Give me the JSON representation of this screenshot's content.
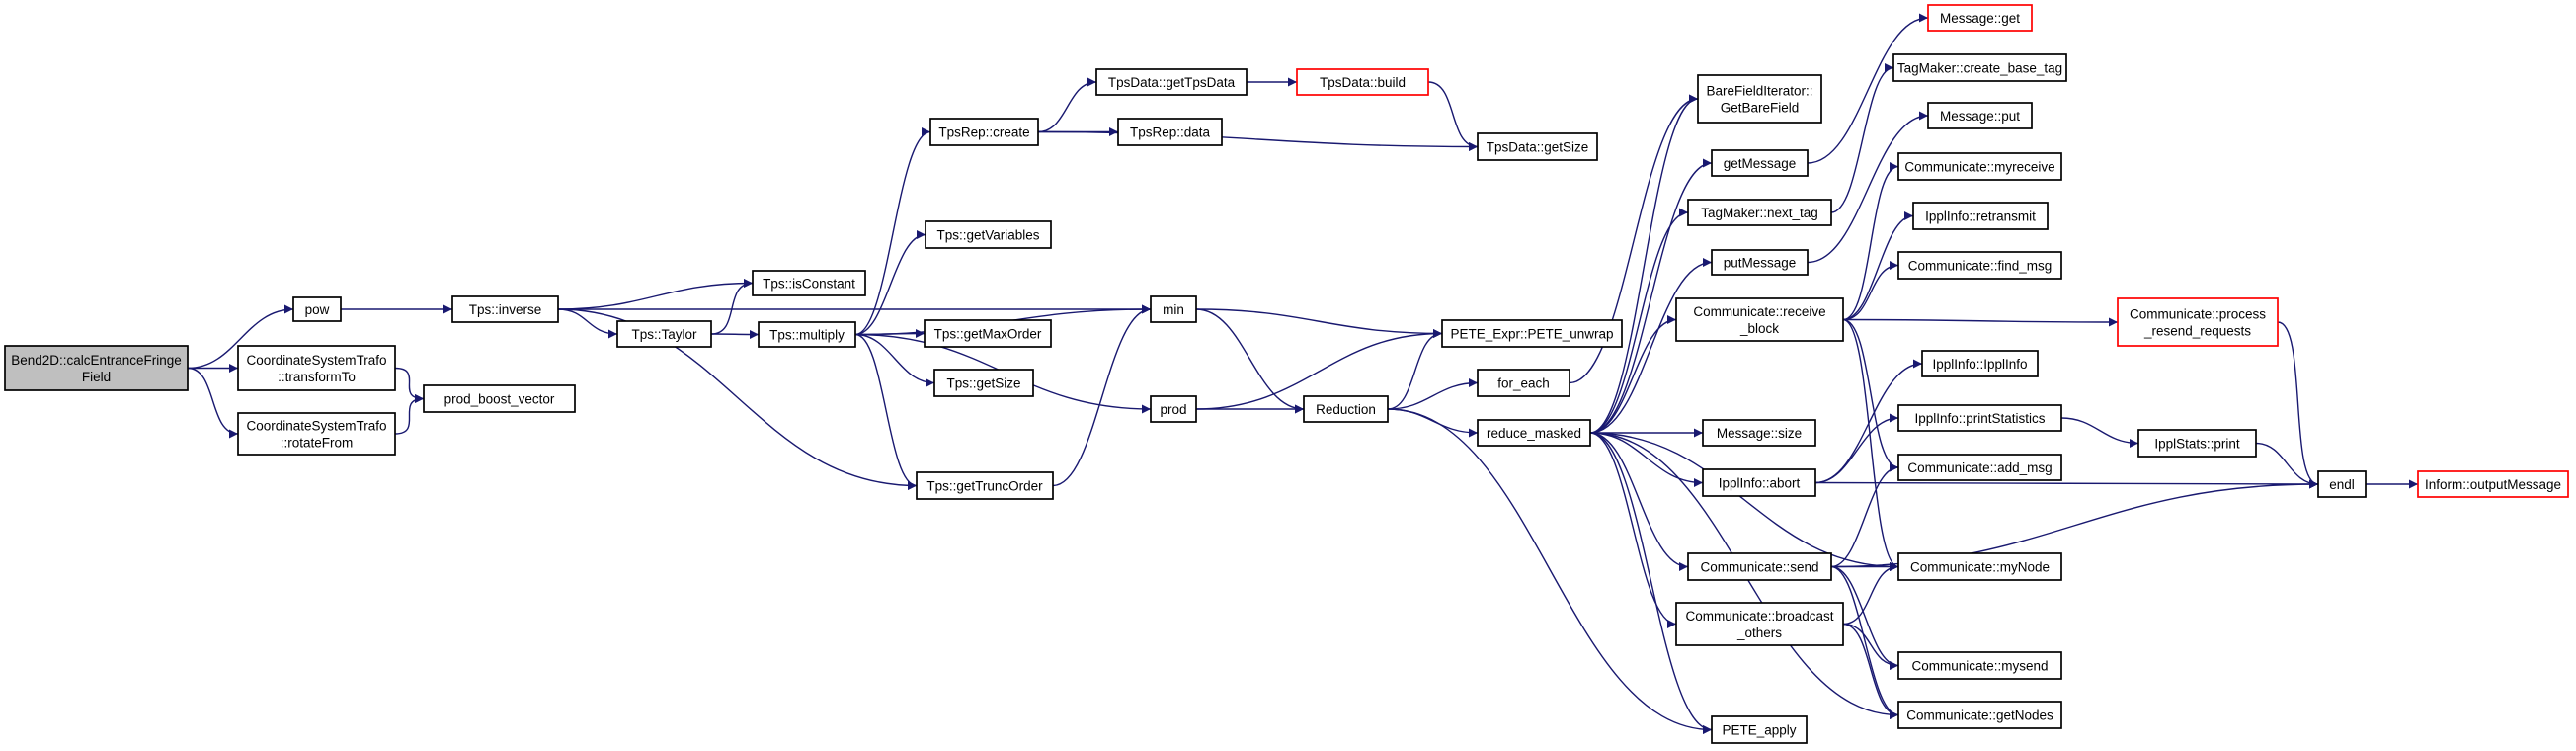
{
  "diagram": {
    "nodes": [
      {
        "id": "root",
        "lines": [
          "Bend2D::calcEntranceFringe",
          "Field"
        ],
        "style": "root"
      },
      {
        "id": "pow",
        "lines": [
          "pow"
        ]
      },
      {
        "id": "cst_to",
        "lines": [
          "CoordinateSystemTrafo",
          "::transformTo"
        ]
      },
      {
        "id": "cst_from",
        "lines": [
          "CoordinateSystemTrafo",
          "::rotateFrom"
        ]
      },
      {
        "id": "pbv",
        "lines": [
          "prod_boost_vector"
        ]
      },
      {
        "id": "inverse",
        "lines": [
          "Tps::inverse"
        ]
      },
      {
        "id": "isconst",
        "lines": [
          "Tps::isConstant"
        ]
      },
      {
        "id": "taylor",
        "lines": [
          "Tps::Taylor"
        ]
      },
      {
        "id": "multiply",
        "lines": [
          "Tps::multiply"
        ]
      },
      {
        "id": "truncorder",
        "lines": [
          "Tps::getTruncOrder"
        ]
      },
      {
        "id": "tpsrep_create",
        "lines": [
          "TpsRep::create"
        ]
      },
      {
        "id": "getvars",
        "lines": [
          "Tps::getVariables"
        ]
      },
      {
        "id": "maxorder",
        "lines": [
          "Tps::getMaxOrder"
        ]
      },
      {
        "id": "tps_getsize",
        "lines": [
          "Tps::getSize"
        ]
      },
      {
        "id": "gettpsdata",
        "lines": [
          "TpsData::getTpsData"
        ]
      },
      {
        "id": "tpsrep_data",
        "lines": [
          "TpsRep::data"
        ]
      },
      {
        "id": "tpsdata_build",
        "lines": [
          "TpsData::build"
        ],
        "style": "red"
      },
      {
        "id": "tpsdata_getsize",
        "lines": [
          "TpsData::getSize"
        ]
      },
      {
        "id": "min",
        "lines": [
          "min"
        ]
      },
      {
        "id": "prod",
        "lines": [
          "prod"
        ]
      },
      {
        "id": "reduction",
        "lines": [
          "Reduction"
        ]
      },
      {
        "id": "pete_unwrap",
        "lines": [
          "PETE_Expr::PETE_unwrap"
        ]
      },
      {
        "id": "for_each",
        "lines": [
          "for_each"
        ]
      },
      {
        "id": "reduce_masked",
        "lines": [
          "reduce_masked"
        ]
      },
      {
        "id": "pete_apply",
        "lines": [
          "PETE_apply"
        ]
      },
      {
        "id": "bfi",
        "lines": [
          "BareFieldIterator::",
          "GetBareField"
        ]
      },
      {
        "id": "getmessage",
        "lines": [
          "getMessage"
        ]
      },
      {
        "id": "nexttag",
        "lines": [
          "TagMaker::next_tag"
        ]
      },
      {
        "id": "putmessage",
        "lines": [
          "putMessage"
        ]
      },
      {
        "id": "recvblock",
        "lines": [
          "Communicate::receive",
          "_block"
        ]
      },
      {
        "id": "msgsize",
        "lines": [
          "Message::size"
        ]
      },
      {
        "id": "abort",
        "lines": [
          "IpplInfo::abort"
        ]
      },
      {
        "id": "send",
        "lines": [
          "Communicate::send"
        ]
      },
      {
        "id": "bcast",
        "lines": [
          "Communicate::broadcast",
          "_others"
        ]
      },
      {
        "id": "msgget",
        "lines": [
          "Message::get"
        ],
        "style": "red"
      },
      {
        "id": "basetag",
        "lines": [
          "TagMaker::create_base_tag"
        ]
      },
      {
        "id": "msgput",
        "lines": [
          "Message::put"
        ]
      },
      {
        "id": "myreceive",
        "lines": [
          "Communicate::myreceive"
        ]
      },
      {
        "id": "retransmit",
        "lines": [
          "IpplInfo::retransmit"
        ]
      },
      {
        "id": "findmsg",
        "lines": [
          "Communicate::find_msg"
        ]
      },
      {
        "id": "ipplinfo",
        "lines": [
          "IpplInfo::IpplInfo"
        ]
      },
      {
        "id": "printstats",
        "lines": [
          "IpplInfo::printStatistics"
        ]
      },
      {
        "id": "addmsg",
        "lines": [
          "Communicate::add_msg"
        ]
      },
      {
        "id": "mynode",
        "lines": [
          "Communicate::myNode"
        ]
      },
      {
        "id": "mysend",
        "lines": [
          "Communicate::mysend"
        ]
      },
      {
        "id": "getnodes",
        "lines": [
          "Communicate::getNodes"
        ]
      },
      {
        "id": "resend",
        "lines": [
          "Communicate::process",
          "_resend_requests"
        ],
        "style": "red"
      },
      {
        "id": "ipplstats",
        "lines": [
          "IpplStats::print"
        ]
      },
      {
        "id": "endl",
        "lines": [
          "endl"
        ]
      },
      {
        "id": "outputmsg",
        "lines": [
          "Inform::outputMessage"
        ],
        "style": "red"
      }
    ],
    "edges": [
      [
        "root",
        "pow"
      ],
      [
        "root",
        "cst_to"
      ],
      [
        "root",
        "cst_from"
      ],
      [
        "cst_to",
        "pbv"
      ],
      [
        "cst_from",
        "pbv"
      ],
      [
        "pow",
        "inverse"
      ],
      [
        "inverse",
        "isconst"
      ],
      [
        "inverse",
        "taylor"
      ],
      [
        "inverse",
        "min"
      ],
      [
        "inverse",
        "truncorder"
      ],
      [
        "taylor",
        "isconst"
      ],
      [
        "taylor",
        "multiply"
      ],
      [
        "multiply",
        "tpsrep_create"
      ],
      [
        "multiply",
        "getvars"
      ],
      [
        "multiply",
        "maxorder"
      ],
      [
        "multiply",
        "tps_getsize"
      ],
      [
        "multiply",
        "min"
      ],
      [
        "multiply",
        "prod"
      ],
      [
        "multiply",
        "truncorder"
      ],
      [
        "truncorder",
        "min"
      ],
      [
        "tpsrep_create",
        "gettpsdata"
      ],
      [
        "tpsrep_create",
        "tpsrep_data"
      ],
      [
        "tpsrep_create",
        "tpsdata_getsize"
      ],
      [
        "gettpsdata",
        "tpsdata_build"
      ],
      [
        "tpsdata_build",
        "tpsdata_getsize"
      ],
      [
        "min",
        "pete_unwrap"
      ],
      [
        "min",
        "reduction"
      ],
      [
        "prod",
        "pete_unwrap"
      ],
      [
        "prod",
        "reduction"
      ],
      [
        "reduction",
        "pete_unwrap"
      ],
      [
        "reduction",
        "for_each"
      ],
      [
        "reduction",
        "reduce_masked"
      ],
      [
        "reduction",
        "pete_apply"
      ],
      [
        "for_each",
        "bfi"
      ],
      [
        "reduce_masked",
        "bfi"
      ],
      [
        "reduce_masked",
        "getmessage"
      ],
      [
        "reduce_masked",
        "nexttag"
      ],
      [
        "reduce_masked",
        "putmessage"
      ],
      [
        "reduce_masked",
        "recvblock"
      ],
      [
        "reduce_masked",
        "msgsize"
      ],
      [
        "reduce_masked",
        "abort"
      ],
      [
        "reduce_masked",
        "send"
      ],
      [
        "reduce_masked",
        "bcast"
      ],
      [
        "reduce_masked",
        "pete_apply"
      ],
      [
        "reduce_masked",
        "mynode"
      ],
      [
        "reduce_masked",
        "getnodes"
      ],
      [
        "getmessage",
        "msgget"
      ],
      [
        "nexttag",
        "basetag"
      ],
      [
        "putmessage",
        "msgput"
      ],
      [
        "recvblock",
        "myreceive"
      ],
      [
        "recvblock",
        "retransmit"
      ],
      [
        "recvblock",
        "findmsg"
      ],
      [
        "recvblock",
        "resend"
      ],
      [
        "recvblock",
        "addmsg"
      ],
      [
        "recvblock",
        "mynode"
      ],
      [
        "abort",
        "ipplinfo"
      ],
      [
        "abort",
        "printstats"
      ],
      [
        "abort",
        "endl"
      ],
      [
        "send",
        "addmsg"
      ],
      [
        "send",
        "mynode"
      ],
      [
        "send",
        "mysend"
      ],
      [
        "send",
        "getnodes"
      ],
      [
        "send",
        "endl"
      ],
      [
        "bcast",
        "mynode"
      ],
      [
        "bcast",
        "mysend"
      ],
      [
        "bcast",
        "getnodes"
      ],
      [
        "printstats",
        "ipplstats"
      ],
      [
        "ipplstats",
        "endl"
      ],
      [
        "resend",
        "endl"
      ],
      [
        "endl",
        "outputmsg"
      ]
    ]
  }
}
